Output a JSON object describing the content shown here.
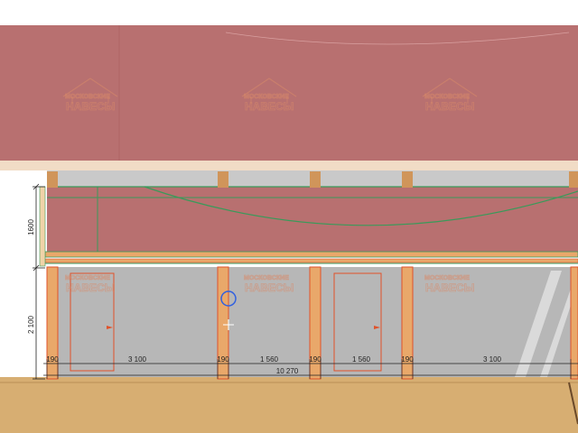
{
  "drawing": {
    "colors": {
      "roof": "#b87070",
      "fascia": "#f1dcc6",
      "post_wood": "#e9a86a",
      "post_outline": "#e0522a",
      "panel_gray": "#b7b7b7",
      "ground": "#d7ae72",
      "beam_green": "#3a9a5a",
      "watermark": "#d98a6a"
    },
    "watermark": {
      "line1": "МОСКОВСКИЕ",
      "line2": "НАВЕСЫ"
    },
    "vertical_dimensions": {
      "upper": "1600",
      "lower": "2 100"
    },
    "horizontal_dimensions": {
      "segments": [
        "190",
        "3 100",
        "190",
        "1 560",
        "190",
        "1 560",
        "190",
        "3 100"
      ],
      "total": "10 270"
    }
  }
}
